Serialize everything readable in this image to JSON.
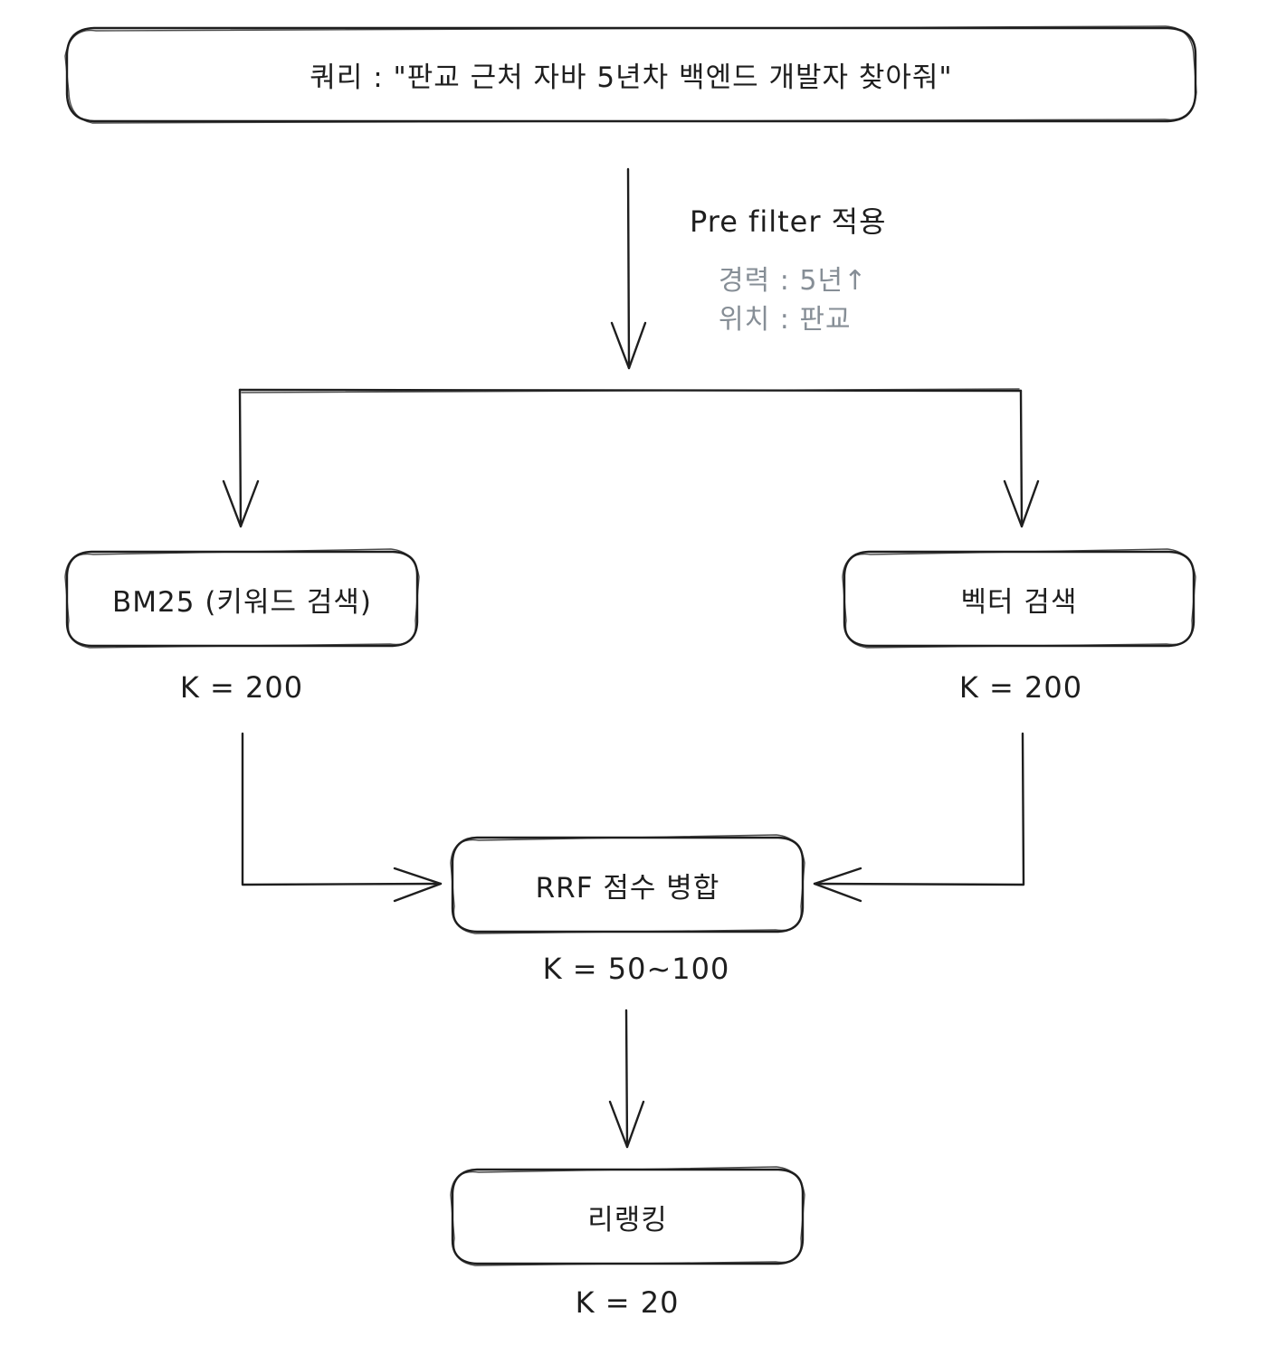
{
  "colors": {
    "stroke": "#1e1e1e",
    "muted_text": "#868e96",
    "background": "#ffffff"
  },
  "query": {
    "text": "쿼리 : \"판교 근처 자바 5년차 백엔드 개발자 찾아줘\""
  },
  "prefilter": {
    "title": "Pre filter 적용",
    "conditions": [
      "경력 : 5년↑",
      "위치 : 판교"
    ]
  },
  "bm25": {
    "label": "BM25 (키워드 검색)",
    "k": "K = 200"
  },
  "vector": {
    "label": "벡터 검색",
    "k": "K = 200"
  },
  "rrf": {
    "label": "RRF 점수 병합",
    "k": "K = 50~100"
  },
  "rerank": {
    "label": "리랭킹",
    "k": "K = 20"
  }
}
